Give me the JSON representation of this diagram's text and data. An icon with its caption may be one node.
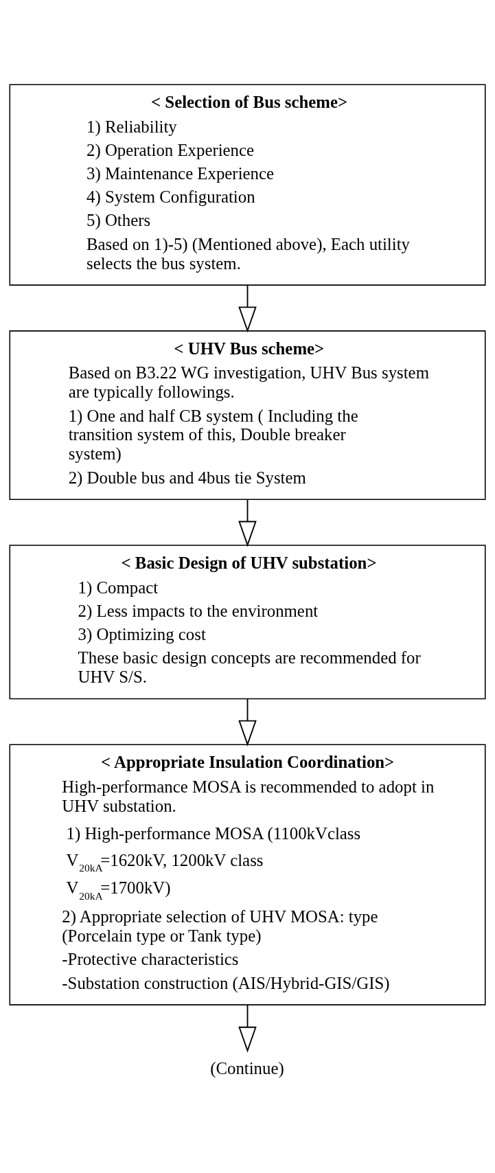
{
  "diagram": {
    "nodes": [
      {
        "text": [
          "< Selection of Bus scheme>",
          "1) Reliability",
          "2) Operation Experience",
          "3) Maintenance Experience",
          "4) System Configuration",
          "5) Others",
          "Based on 1)-5) (Mentioned above), Each utility selects the bus system."
        ]
      },
      {
        "text": [
          "< UHV Bus scheme>",
          "Based on B3.22 WG investigation, UHV Bus system are typically followings.",
          "1) One and half CB system ( Including the transition system of this, Double breaker system)",
          "2) Double bus and 4bus tie System"
        ]
      },
      {
        "text": [
          "< Basic Design of UHV substation>",
          "1) Compact",
          "2) Less impacts to the environment",
          "3) Optimizing cost",
          "These basic design concepts are recommended for UHV S/S."
        ]
      },
      {
        "text": [
          "< Appropriate Insulation Coordination>",
          "High-performance MOSA is recommended to adopt in UHV substation.",
          "1) High-performance MOSA (1100kVclass V$_{20kA}$=1620kV, 1200kV class V$_{20kA}$=1700kV)",
          "2) Appropriate selection of UHV MOSA: type (Porcelain type or Tank type)",
          "-Protective characteristics",
          "-Substation construction (AIS/Hybrid-GIS/GIS)"
        ]
      },
      {
        "text": [
          "(Continue)"
        ]
      }
    ],
    "edges": [
      {
        "from": 0,
        "to": 1,
        "arrow": "to"
      },
      {
        "from": 1,
        "to": 2,
        "arrow": "to"
      },
      {
        "from": 2,
        "to": 3,
        "arrow": "to"
      },
      {
        "from": 3,
        "to": 4,
        "arrow": "to"
      }
    ]
  }
}
